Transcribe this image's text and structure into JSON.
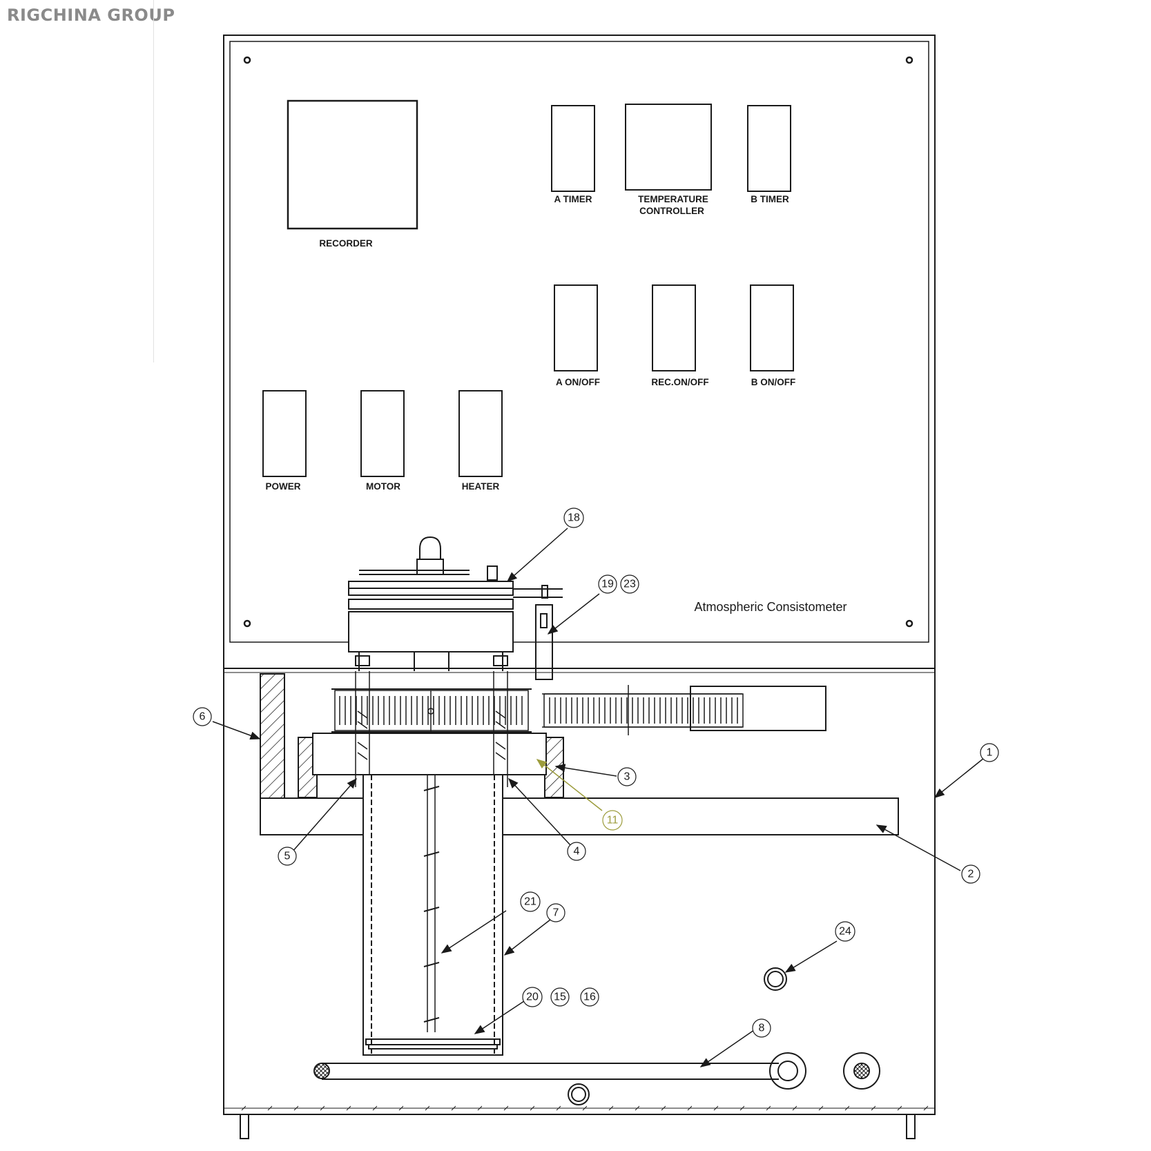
{
  "watermark": "RIGCHINA GROUP",
  "panel": {
    "title": "Atmospheric Consistometer",
    "labels": {
      "recorder": "RECORDER",
      "a_timer": "A TIMER",
      "temp_line1": "TEMPERATURE",
      "temp_line2": "CONTROLLER",
      "b_timer": "B TIMER",
      "a_onoff": "A ON/OFF",
      "rec_onoff": "REC.ON/OFF",
      "b_onoff": "B ON/OFF",
      "power": "POWER",
      "motor": "MOTOR",
      "heater": "HEATER"
    }
  },
  "callouts": {
    "c1": "1",
    "c2": "2",
    "c3": "3",
    "c4": "4",
    "c5": "5",
    "c6": "6",
    "c7": "7",
    "c8": "8",
    "c11": "11",
    "c15": "15",
    "c16": "16",
    "c18": "18",
    "c19": "19",
    "c20": "20",
    "c21": "21",
    "c23": "23",
    "c24": "24"
  },
  "colors": {
    "line": "#1a1a1a",
    "callout_11": "#9c9c3c",
    "watermark": "#8a8a8a"
  }
}
